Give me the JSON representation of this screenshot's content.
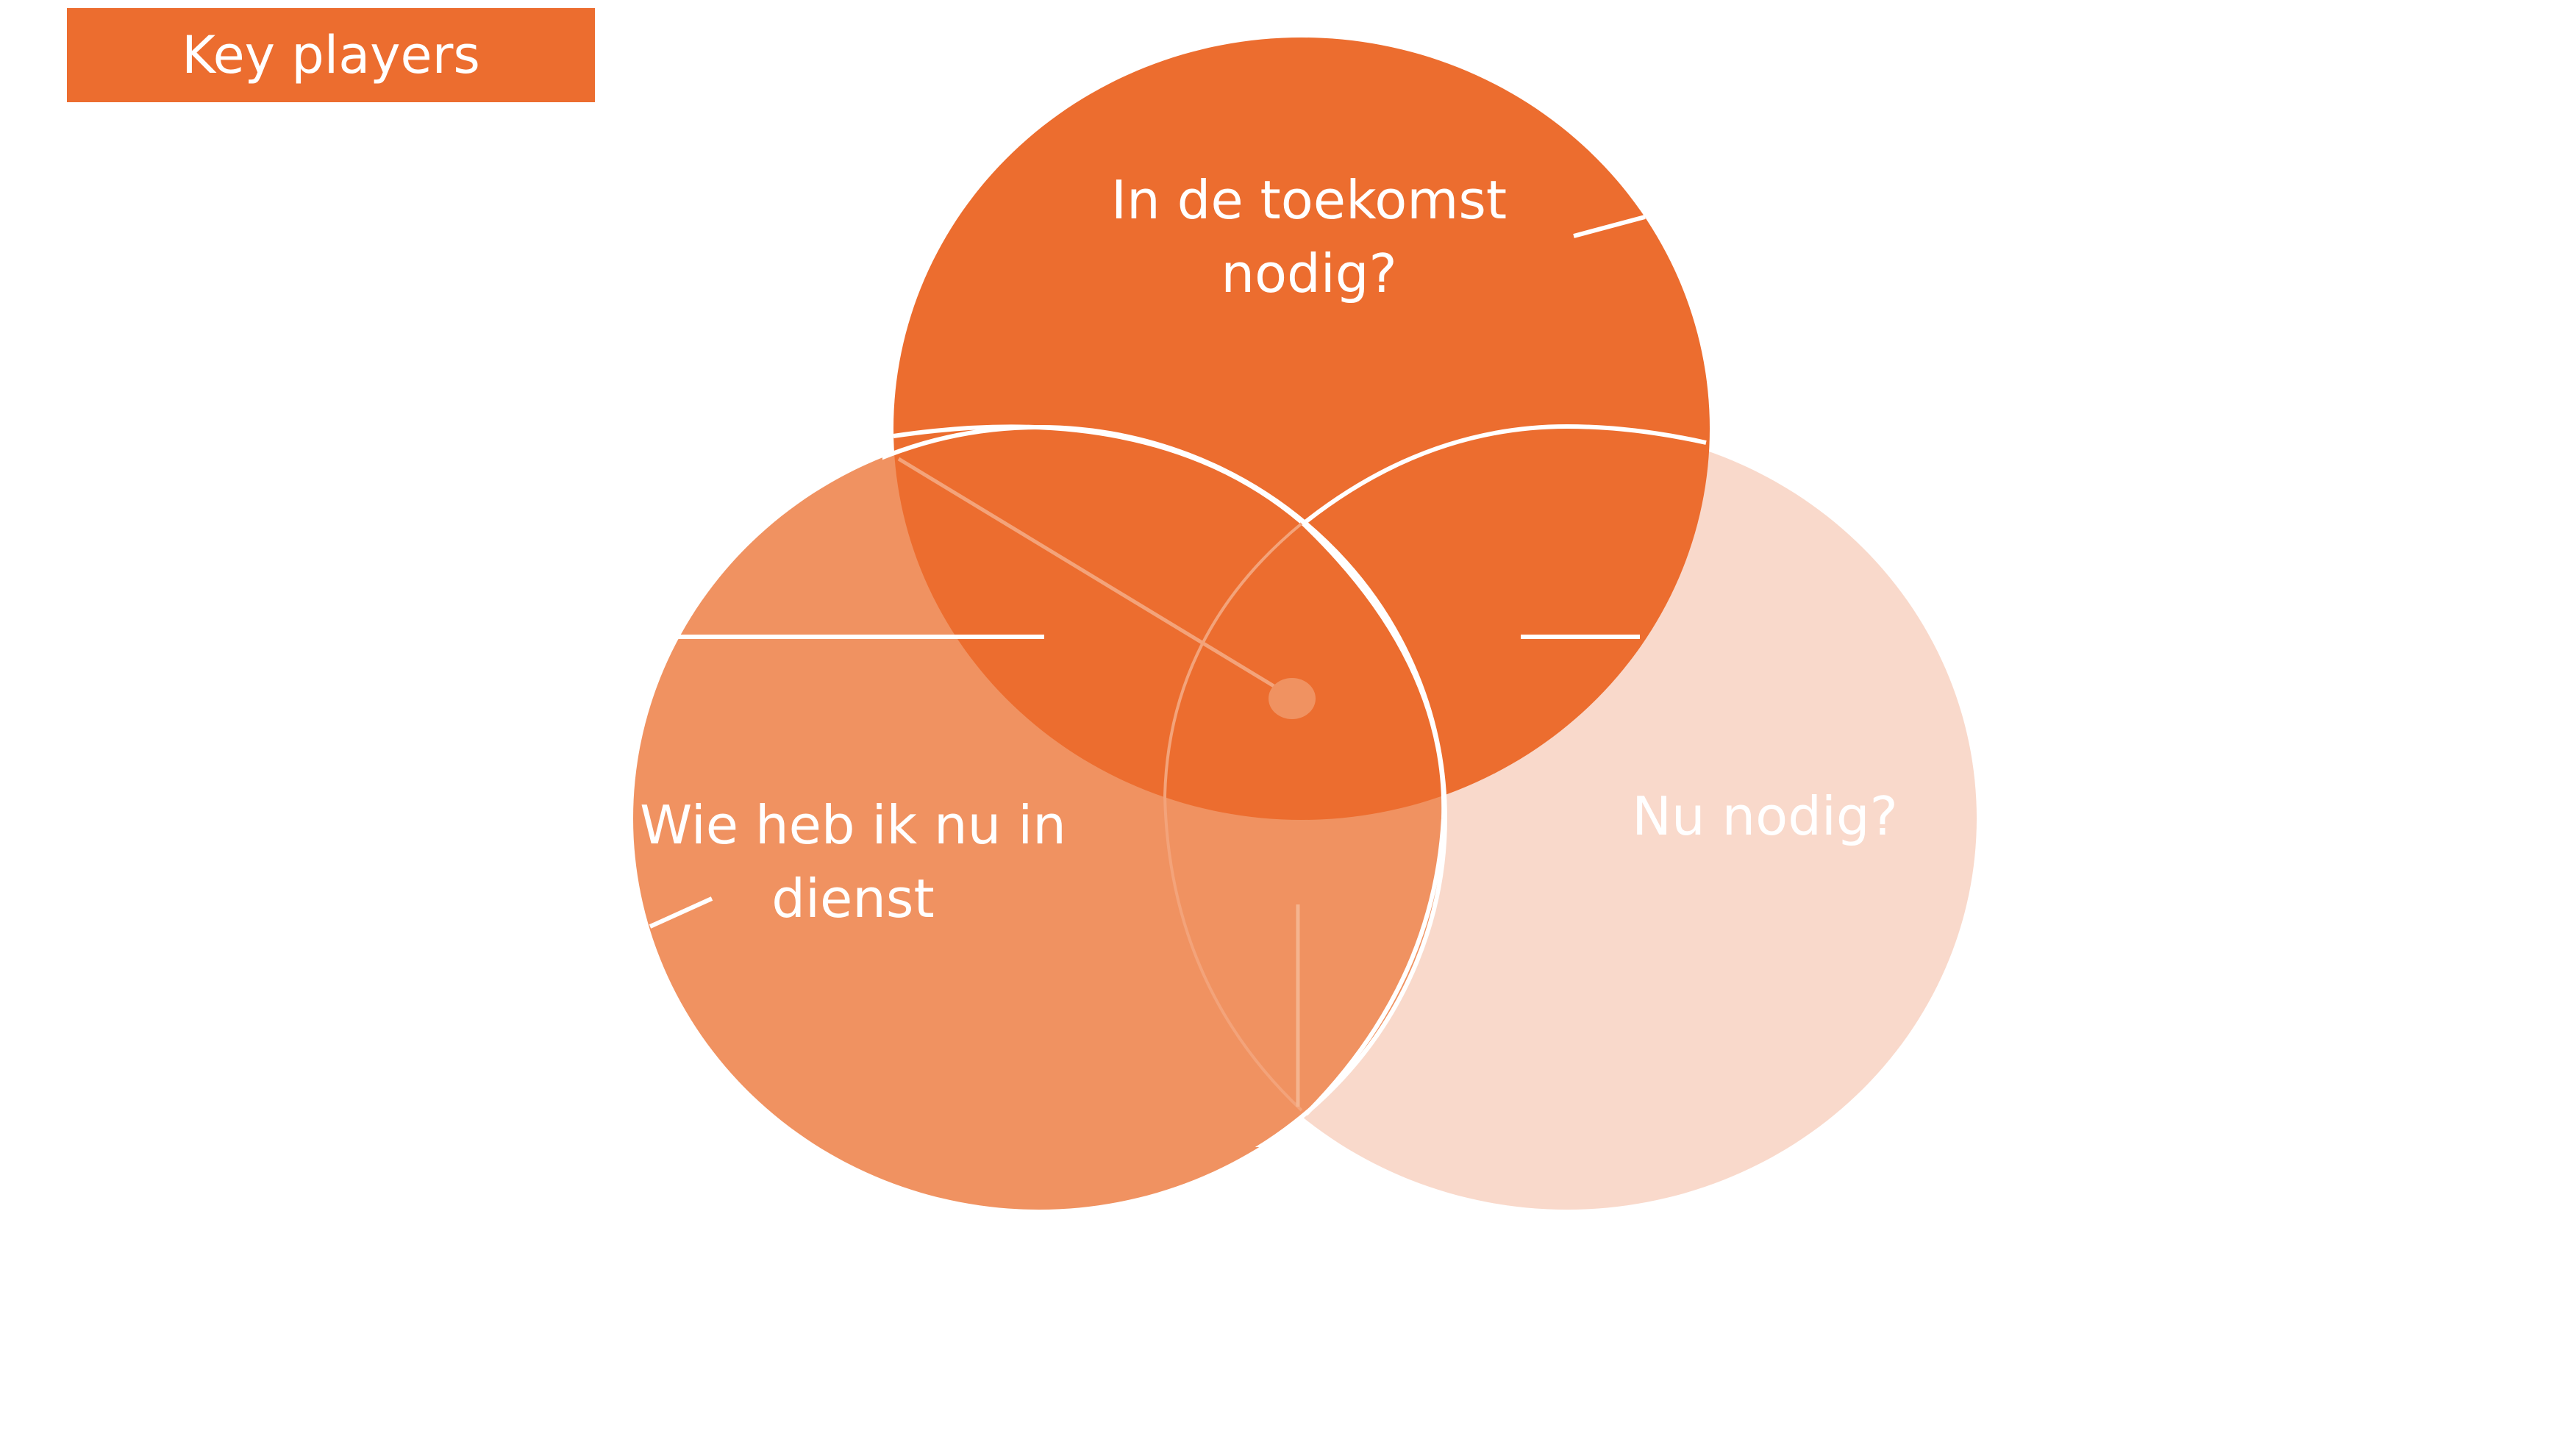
{
  "header": {
    "title": "Key players"
  },
  "venn": {
    "circles": [
      {
        "id": "top",
        "label": "In de toekomst nodig?"
      },
      {
        "id": "left",
        "label": "Wie heb ik nu in dienst"
      },
      {
        "id": "right",
        "label": "Nu nodig?"
      }
    ]
  },
  "colors": {
    "accent": "#EC6D2F",
    "medium": "#F09261",
    "light": "#F9D9CB",
    "outline": "#FFFFFF"
  }
}
